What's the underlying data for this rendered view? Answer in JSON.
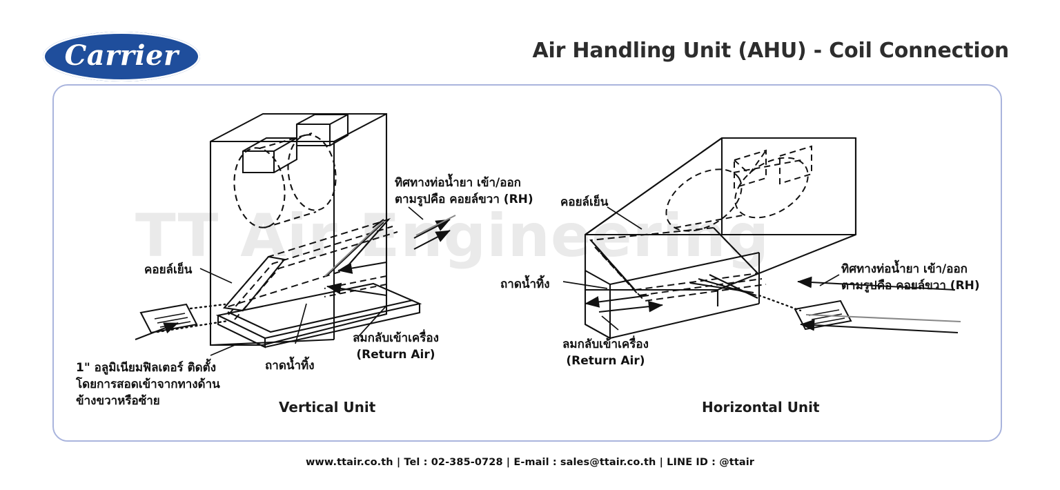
{
  "header": {
    "logo_text": "Carrier",
    "title": "Air Handling Unit (AHU) - Coil Connection",
    "logo_color": "#1f4e9c",
    "title_color": "#2d2d2d"
  },
  "frame": {
    "border_color": "#a9b4dd"
  },
  "watermark": {
    "text": "TT Air Engineering",
    "color": "#eaeaea"
  },
  "vertical_unit": {
    "name": "Vertical Unit",
    "labels": {
      "pipe_direction_line1": "ทิศทางท่อน้ำยา เข้า/ออก",
      "pipe_direction_line2": "ตามรูปคือ คอยล์ขวา (RH)",
      "cooling_coil": "คอยล์เย็น",
      "drain_pan": "ถาดน้ำทิ้ง",
      "return_air_line1": "ลมกลับเข้าเครื่อง",
      "return_air_line2": "(Return Air)",
      "filter_line1": "1\" อลูมิเนียมฟิลเตอร์ ติดตั้ง",
      "filter_line2": "โดยการสอดเข้าจากทางด้าน",
      "filter_line3": "ข้างขวาหรือซ้าย"
    }
  },
  "horizontal_unit": {
    "name": "Horizontal Unit",
    "labels": {
      "cooling_coil": "คอยล์เย็น",
      "drain_pan": "ถาดน้ำทิ้ง",
      "return_air_line1": "ลมกลับเข้าเครื่อง",
      "return_air_line2": "(Return Air)",
      "pipe_direction_line1": "ทิศทางท่อน้ำยา เข้า/ออก",
      "pipe_direction_line2": "ตามรูปคือ คอยล์ขวา (RH)"
    }
  },
  "footer": {
    "text": "www.ttair.co.th | Tel : 02-385-0728 | E-mail : sales@ttair.co.th | LINE ID : @ttair"
  }
}
